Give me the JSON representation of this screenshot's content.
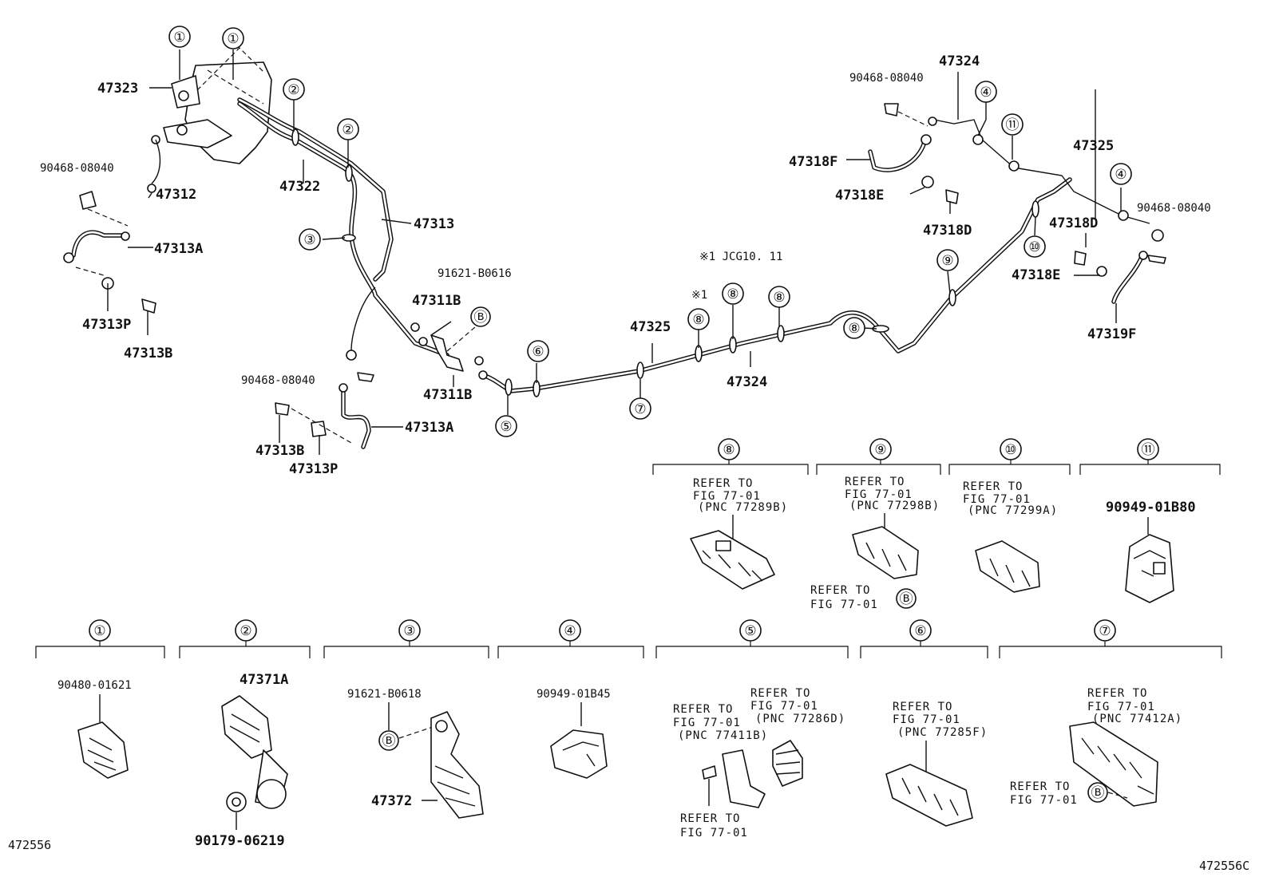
{
  "main": {
    "callouts": [
      {
        "id": "c-1a",
        "label": "①"
      },
      {
        "id": "c-1b",
        "label": "①"
      },
      {
        "id": "c-2a",
        "label": "②"
      },
      {
        "id": "c-2b",
        "label": "②"
      },
      {
        "id": "c-3",
        "label": "③"
      },
      {
        "id": "c-4a",
        "label": "④"
      },
      {
        "id": "c-4b",
        "label": "④"
      },
      {
        "id": "c-5",
        "label": "⑤"
      },
      {
        "id": "c-6",
        "label": "⑥"
      },
      {
        "id": "c-7",
        "label": "⑦"
      },
      {
        "id": "c-8a",
        "label": "⑧"
      },
      {
        "id": "c-8b",
        "label": "⑧"
      },
      {
        "id": "c-8c",
        "label": "⑧"
      },
      {
        "id": "c-8d",
        "label": "⑧"
      },
      {
        "id": "c-9",
        "label": "⑨"
      },
      {
        "id": "c-10",
        "label": "⑩"
      },
      {
        "id": "c-11",
        "label": "⑪"
      },
      {
        "id": "c-B1",
        "label": "Ⓑ"
      }
    ],
    "part_labels": [
      {
        "id": "p-47323",
        "text": "47323"
      },
      {
        "id": "p-90468-a",
        "text": "90468-08040"
      },
      {
        "id": "p-47312",
        "text": "47312"
      },
      {
        "id": "p-47313A-a",
        "text": "47313A"
      },
      {
        "id": "p-47313P-a",
        "text": "47313P"
      },
      {
        "id": "p-47313B-a",
        "text": "47313B"
      },
      {
        "id": "p-47322",
        "text": "47322"
      },
      {
        "id": "p-47313",
        "text": "47313"
      },
      {
        "id": "p-91621-B0616",
        "text": "91621-B0616"
      },
      {
        "id": "p-47311B-a",
        "text": "47311B"
      },
      {
        "id": "p-47311B-b",
        "text": "47311B"
      },
      {
        "id": "p-90468-b",
        "text": "90468-08040"
      },
      {
        "id": "p-47313A-b",
        "text": "47313A"
      },
      {
        "id": "p-47313B-b",
        "text": "47313B"
      },
      {
        "id": "p-47313P-b",
        "text": "47313P"
      },
      {
        "id": "p-47325-a",
        "text": "47325"
      },
      {
        "id": "p-47324-a",
        "text": "47324"
      },
      {
        "id": "p-note1",
        "text": "※1 JCG10. 11"
      },
      {
        "id": "p-note1-mark",
        "text": "※1"
      },
      {
        "id": "p-47324-b",
        "text": "47324"
      },
      {
        "id": "p-90468-c",
        "text": "90468-08040"
      },
      {
        "id": "p-47318F",
        "text": "47318F"
      },
      {
        "id": "p-47318E-a",
        "text": "47318E"
      },
      {
        "id": "p-47318D-a",
        "text": "47318D"
      },
      {
        "id": "p-47325-b",
        "text": "47325"
      },
      {
        "id": "p-90468-d",
        "text": "90468-08040"
      },
      {
        "id": "p-47318D-b",
        "text": "47318D"
      },
      {
        "id": "p-47318E-b",
        "text": "47318E"
      },
      {
        "id": "p-47319F",
        "text": "47319F"
      }
    ]
  },
  "detail_panels": {
    "top": [
      {
        "num": "⑧",
        "lines": [
          "REFER TO",
          "FIG 77-01",
          "(PNC 77289B)"
        ]
      },
      {
        "num": "⑨",
        "lines": [
          "REFER TO",
          "FIG 77-01",
          "(PNC 77298B)"
        ],
        "extra": [
          "REFER TO",
          "FIG 77-01"
        ]
      },
      {
        "num": "⑩",
        "lines": [
          "REFER TO",
          "FIG 77-01",
          "(PNC 77299A)"
        ]
      },
      {
        "num": "⑪",
        "part": "90949-01B80"
      }
    ],
    "bottom": [
      {
        "num": "①",
        "part": "90480-01621"
      },
      {
        "num": "②",
        "part": "47371A",
        "part2": "90179-06219"
      },
      {
        "num": "③",
        "part": "91621-B0618",
        "part2": "47372"
      },
      {
        "num": "④",
        "part": "90949-01B45"
      },
      {
        "num": "⑤",
        "lines_a": [
          "REFER TO",
          "FIG 77-01",
          "(PNC 77411B)"
        ],
        "lines_b": [
          "REFER TO",
          "FIG 77-01",
          "(PNC 77286D)"
        ],
        "lines_c": [
          "REFER TO",
          "FIG 77-01"
        ]
      },
      {
        "num": "⑥",
        "lines": [
          "REFER TO",
          "FIG 77-01",
          "(PNC 77285F)"
        ]
      },
      {
        "num": "⑦",
        "lines": [
          "REFER TO",
          "FIG 77-01",
          "(PNC 77412A)"
        ],
        "extra": [
          "REFER TO",
          "FIG 77-01"
        ]
      }
    ],
    "b_marker": "Ⓑ"
  },
  "footer": {
    "left_id": "472556",
    "right_id": "472556C"
  }
}
